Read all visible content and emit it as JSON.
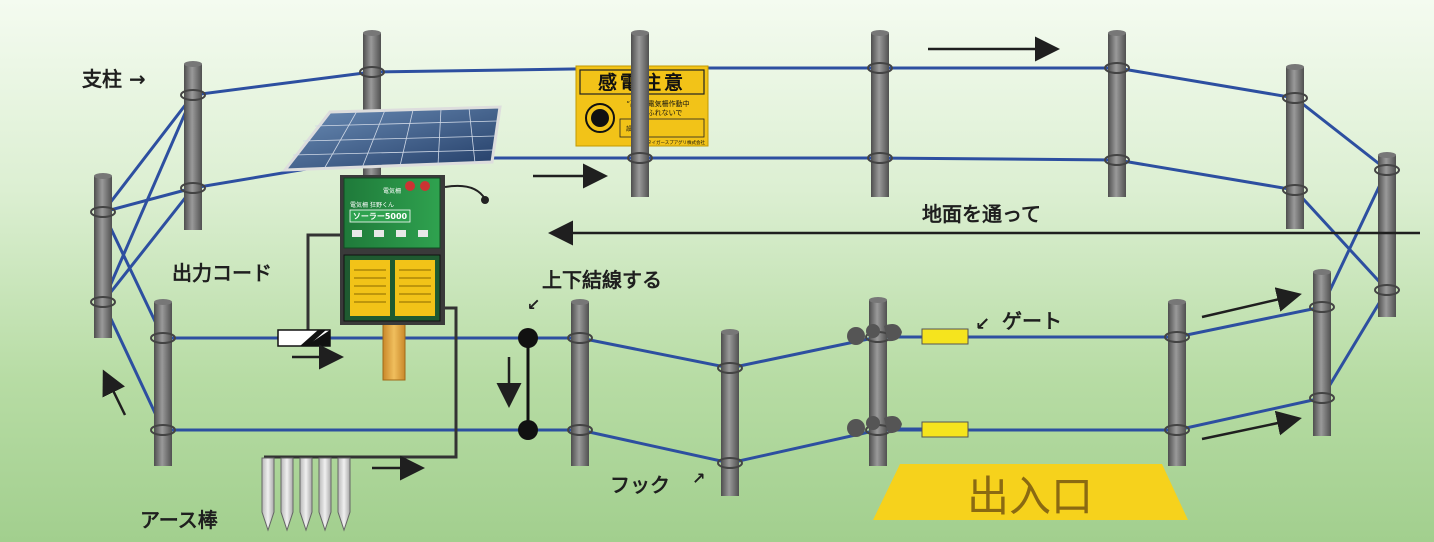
{
  "labels": {
    "post": "支柱 →",
    "output_cord": "出力コード",
    "tie_wires": "上下結線する",
    "ground_path": "地面を通って",
    "gate": "ゲート",
    "hook": "フック",
    "earth_rod": "アース棒",
    "entrance": "出入口"
  },
  "sign": {
    "title": "感電注意",
    "line1": "“高圧”電気柵作動中",
    "line2": "手をふれないで",
    "side": "設置者",
    "footer": "タイガースプアグリ株式会社"
  },
  "energizer": {
    "small_label": "電気柵",
    "brand": "電気柵 狂野くん",
    "model": "ソーラー5000"
  },
  "colors": {
    "wire": "#2d4fa0",
    "post": "#6d6d6d",
    "sign": "#f2c318",
    "entrance_banner": "#f6d21c",
    "gate_handle": "#f5e41e"
  }
}
